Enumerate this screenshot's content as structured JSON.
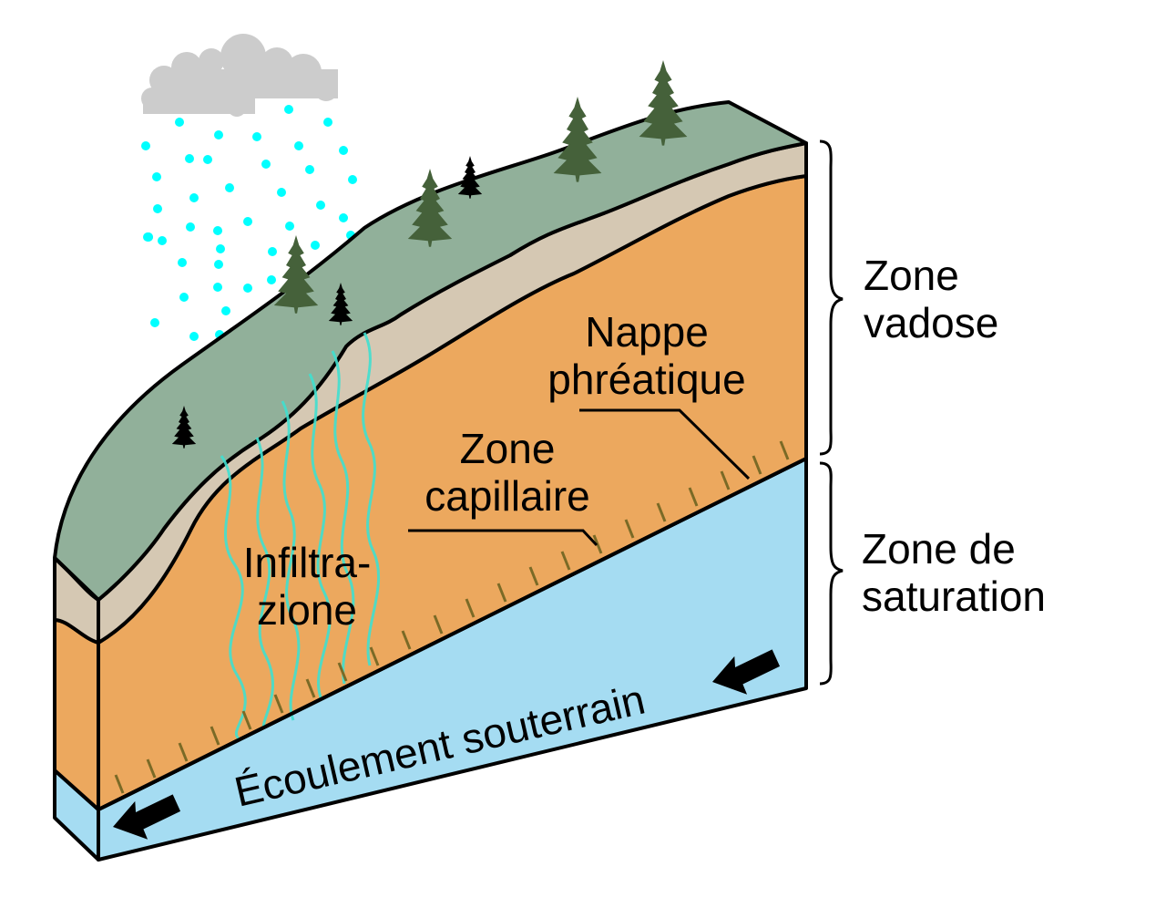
{
  "diagram": {
    "colors": {
      "background": "#ffffff",
      "cloud": "#cccccc",
      "rain": "#00ffff",
      "infiltration": "#40e0d0",
      "topsoil": "#91b09a",
      "subsoil": "#d5c8b3",
      "vadose_zone": "#eca85e",
      "saturated_zone": "#a5dcf2",
      "capillary_ticks": "#7a6a26",
      "tree_green": "#45613a",
      "tree_black": "#000000",
      "outline": "#000000"
    },
    "labels": {
      "water_table_line1": "Nappe",
      "water_table_line2": "phréatique",
      "capillary_line1": "Zone",
      "capillary_line2": "capillaire",
      "infiltration_line1": "Infiltra-",
      "infiltration_line2": "zione",
      "groundwater_flow": "Écoulement souterrain",
      "vadose_line1": "Zone",
      "vadose_line2": "vadose",
      "saturation_line1": "Zone de",
      "saturation_line2": "saturation"
    },
    "icons": {
      "cloud": "cloud-icon",
      "tree_green": "conifer-tree-icon",
      "tree_black": "conifer-silhouette-icon",
      "flow_arrow": "left-arrow-icon",
      "brace": "curly-brace-icon"
    }
  }
}
